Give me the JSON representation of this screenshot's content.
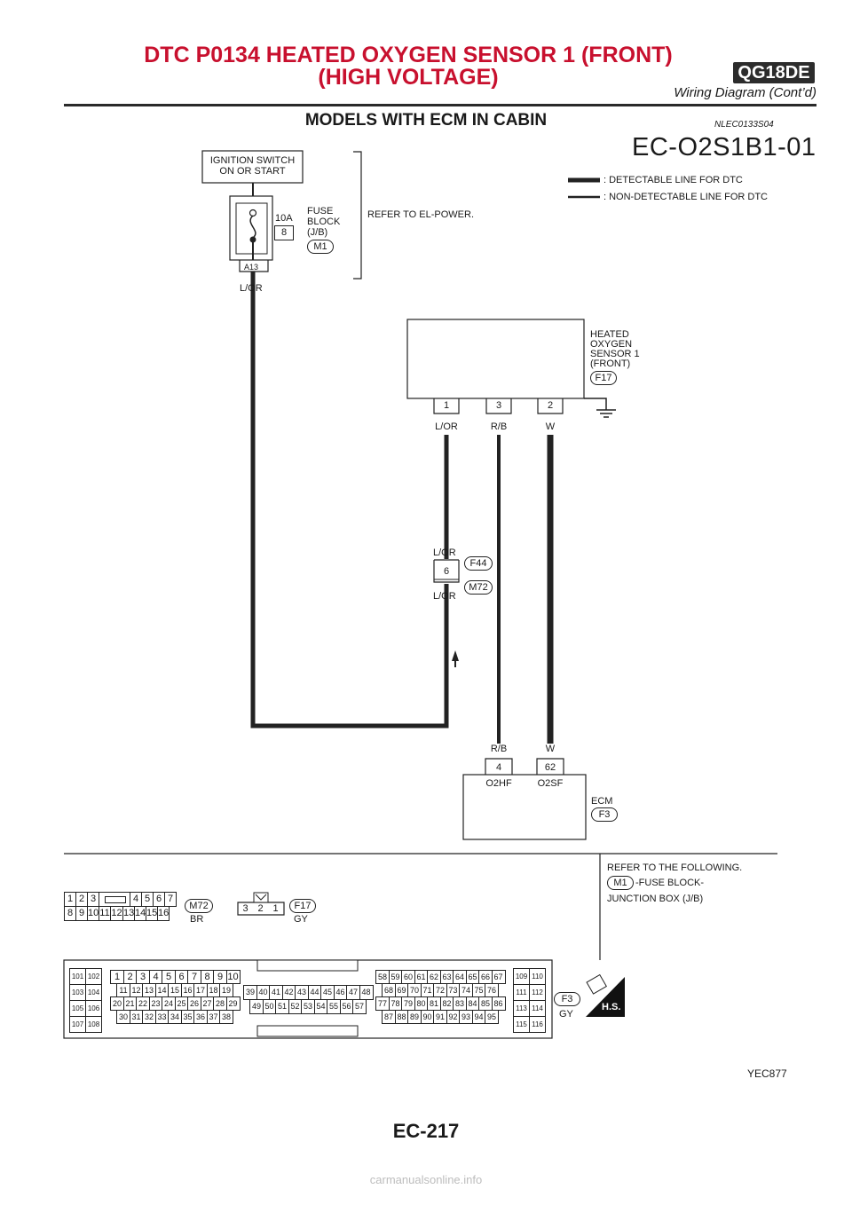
{
  "header": {
    "title_line1": "DTC P0134 HEATED OXYGEN SENSOR 1 (FRONT)",
    "title_line2": "(HIGH VOLTAGE)",
    "engine_badge": "QG18DE",
    "subtitle": "Wiring Diagram (Cont’d)"
  },
  "section": {
    "title": "MODELS WITH ECM IN CABIN",
    "ref_code": "NLEC0133S04"
  },
  "diagram": {
    "id": "EC-O2S1B1-01",
    "legend": {
      "detectable": ": DETECTABLE LINE FOR DTC",
      "non_detectable": ": NON-DETECTABLE LINE FOR DTC"
    },
    "ignition": {
      "line1": "IGNITION SWITCH",
      "line2": "ON OR START"
    },
    "fuse": {
      "amp": "10A",
      "number": "8",
      "block1": "FUSE",
      "block2": "BLOCK",
      "block3": "(J/B)",
      "connector": "M1",
      "terminal": "A13",
      "wire": "L/OR"
    },
    "refer_el_power": "REFER TO EL-POWER.",
    "sensor": {
      "line1": "HEATED",
      "line2": "OXYGEN",
      "line3": "SENSOR 1",
      "line4": "(FRONT)",
      "connector": "F17",
      "pins": [
        {
          "num": "1",
          "wire": "L/OR"
        },
        {
          "num": "3",
          "wire": "R/B"
        },
        {
          "num": "2",
          "wire": "W"
        }
      ]
    },
    "joint": {
      "wire_top": "L/OR",
      "pin": "6",
      "wire_bottom": "L/OR",
      "conn_top": "F44",
      "conn_bottom": "M72"
    },
    "ecm": {
      "label": "ECM",
      "connector": "F3",
      "pins": [
        {
          "num": "4",
          "wire": "R/B",
          "name": "O2HF"
        },
        {
          "num": "62",
          "wire": "W",
          "name": "O2SF"
        }
      ]
    },
    "refer_following": {
      "line1": "REFER TO THE FOLLOWING.",
      "conn": "M1",
      "line2": "-FUSE BLOCK-",
      "line3": "JUNCTION BOX (J/B)"
    },
    "conn_m72": {
      "id": "M72",
      "color": "BR",
      "row1": [
        "1",
        "2",
        "3",
        "",
        "4",
        "5",
        "6",
        "7"
      ],
      "row2": [
        "8",
        "9",
        "10",
        "11",
        "12",
        "13",
        "14",
        "15",
        "16"
      ]
    },
    "conn_f17": {
      "id": "F17",
      "color": "GY",
      "pins": [
        "3",
        "2",
        "1"
      ]
    },
    "conn_f3": {
      "id": "F3",
      "color": "GY",
      "hs_label": "H.S.",
      "left": [
        [
          "101",
          "102"
        ],
        [
          "103",
          "104"
        ],
        [
          "105",
          "106"
        ],
        [
          "107",
          "108"
        ]
      ],
      "right": [
        [
          "109",
          "110"
        ],
        [
          "111",
          "112"
        ],
        [
          "113",
          "114"
        ],
        [
          "115",
          "116"
        ]
      ],
      "b1": [
        [
          "1",
          "2",
          "3",
          "4",
          "5",
          "6",
          "7",
          "8",
          "9",
          "10"
        ],
        [
          "11",
          "12",
          "13",
          "14",
          "15",
          "16",
          "17",
          "18",
          "19"
        ],
        [
          "20",
          "21",
          "22",
          "23",
          "24",
          "25",
          "26",
          "27",
          "28",
          "29"
        ],
        [
          "30",
          "31",
          "32",
          "33",
          "34",
          "35",
          "36",
          "37",
          "38"
        ]
      ],
      "b2": [
        [
          "39",
          "40",
          "41",
          "42",
          "43",
          "44",
          "45",
          "46",
          "47",
          "48"
        ],
        [
          "49",
          "50",
          "51",
          "52",
          "53",
          "54",
          "55",
          "56",
          "57"
        ]
      ],
      "b3": [
        [
          "58",
          "59",
          "60",
          "61",
          "62",
          "63",
          "64",
          "65",
          "66",
          "67"
        ],
        [
          "68",
          "69",
          "70",
          "71",
          "72",
          "73",
          "74",
          "75",
          "76"
        ],
        [
          "77",
          "78",
          "79",
          "80",
          "81",
          "82",
          "83",
          "84",
          "85",
          "86"
        ],
        [
          "87",
          "88",
          "89",
          "90",
          "91",
          "92",
          "93",
          "94",
          "95"
        ]
      ]
    }
  },
  "figure_code": "YEC877",
  "page_number": "EC-217",
  "footer": "carmanualsonline.info"
}
